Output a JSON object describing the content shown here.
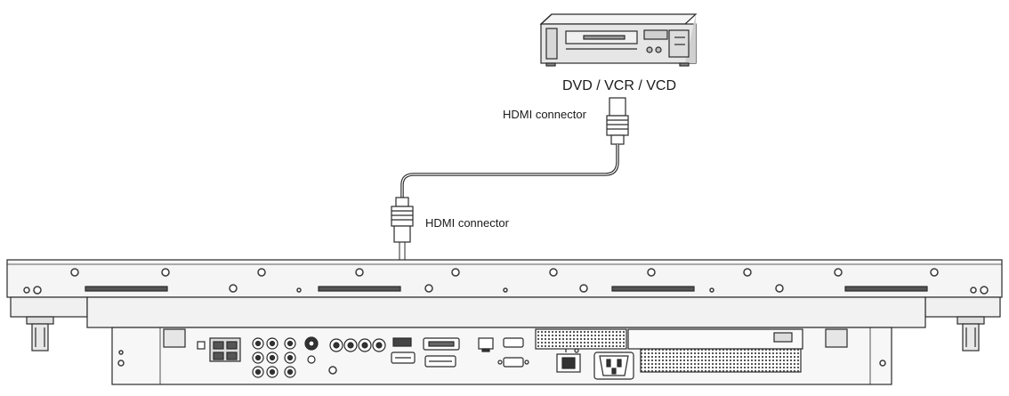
{
  "labels": {
    "device": "DVD / VCR / VCD",
    "connector_top": "HDMI connector",
    "connector_bottom": "HDMI connector"
  },
  "icons": [
    "dvd-player-icon",
    "hdmi-plug-icon",
    "monitor-rear-panel-icon",
    "power-switch-icon",
    "ac-inlet-icon"
  ],
  "colors": {
    "line": "#2a2a2a",
    "panel_fill": "#f2f2f2",
    "device_fill": "#e4e4e4",
    "screw": "#3a3a3a"
  }
}
